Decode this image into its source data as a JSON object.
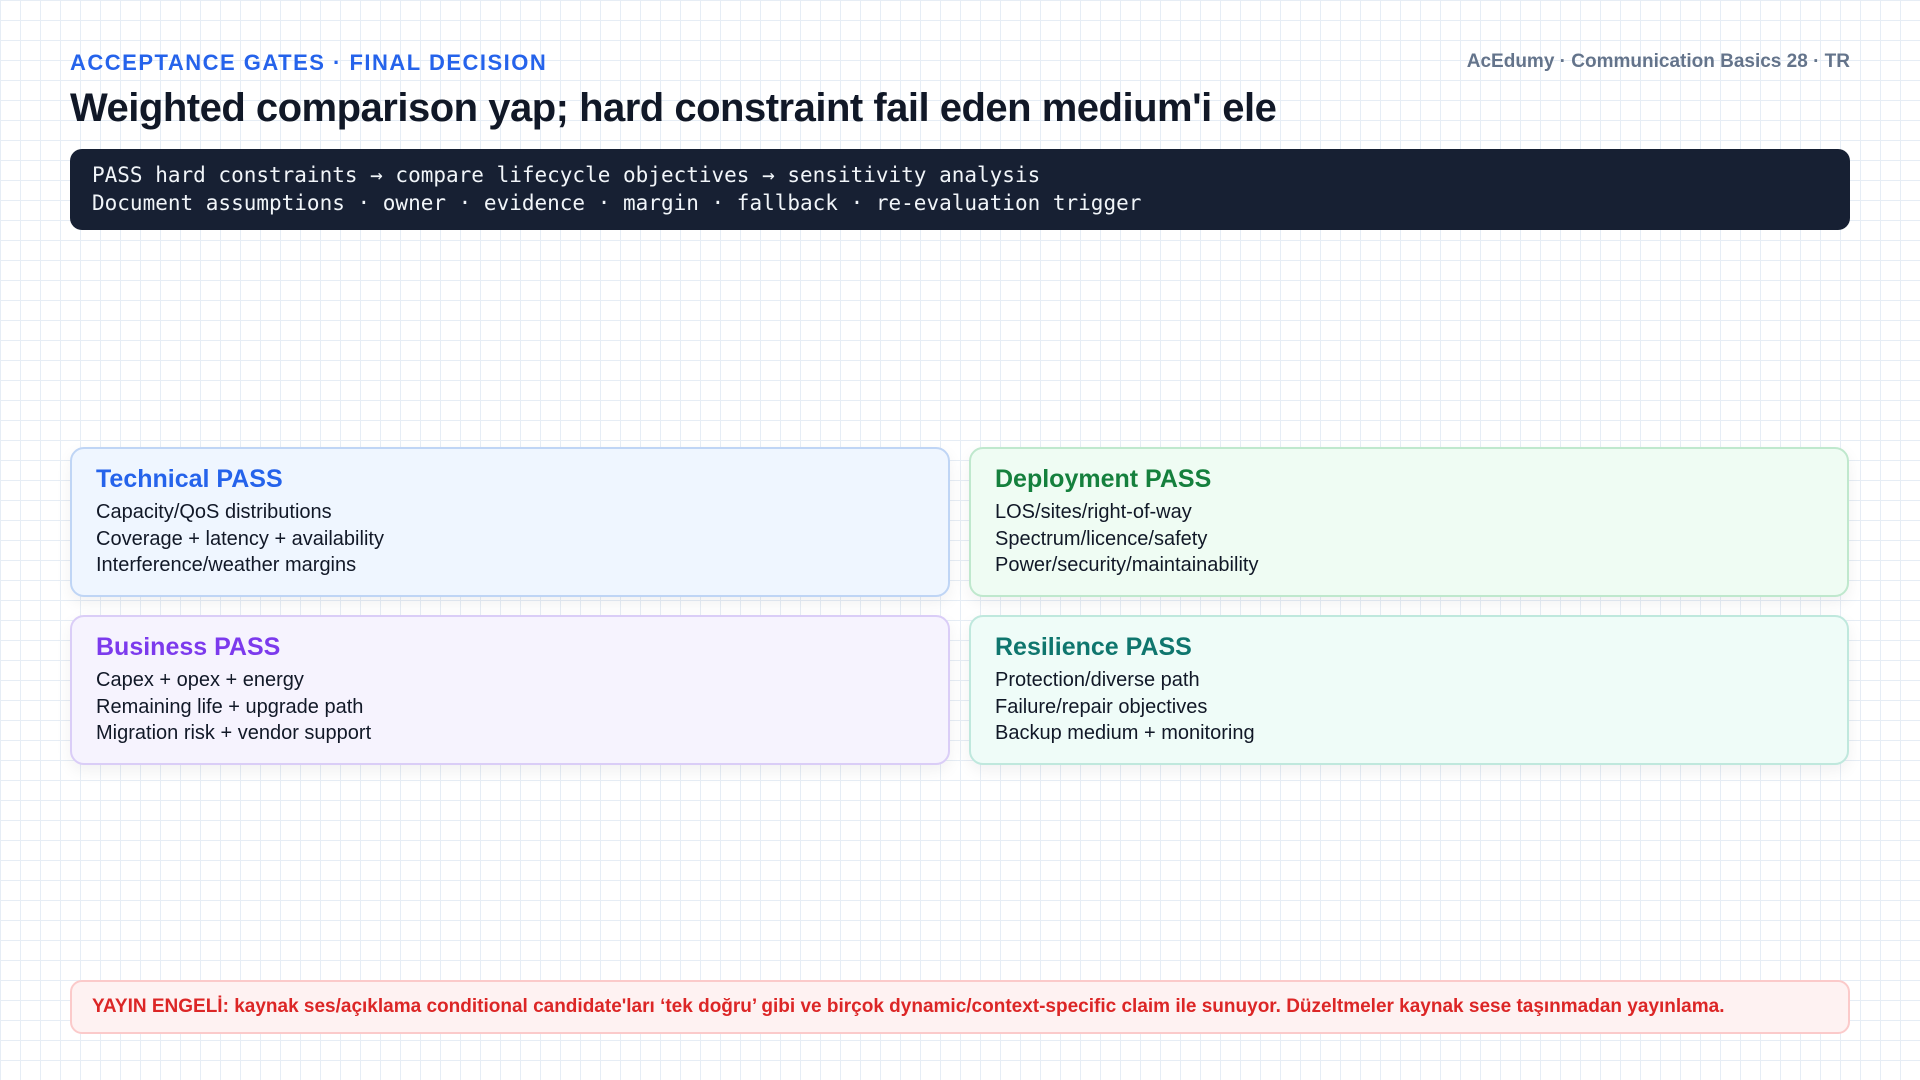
{
  "header": {
    "kicker": "ACCEPTANCE GATES · FINAL DECISION",
    "brand": "AcEdumy · Communication Basics 28 · TR",
    "title": "Weighted comparison yap; hard constraint fail eden medium'i ele"
  },
  "code_bar": {
    "lines": [
      "PASS hard constraints → compare lifecycle objectives → sensitivity analysis",
      "Document assumptions · owner · evidence · margin · fallback · re-evaluation trigger"
    ]
  },
  "cards": [
    {
      "title": "Technical PASS",
      "color": "#2563eb",
      "lines": [
        "Capacity/QoS distributions",
        "Coverage + latency + availability",
        "Interference/weather margins"
      ]
    },
    {
      "title": "Deployment PASS",
      "color": "#15803d",
      "lines": [
        "LOS/sites/right-of-way",
        "Spectrum/licence/safety",
        "Power/security/maintainability"
      ]
    },
    {
      "title": "Business PASS",
      "color": "#7c3aed",
      "lines": [
        "Capex + opex + energy",
        "Remaining life + upgrade path",
        "Migration risk + vendor support"
      ]
    },
    {
      "title": "Resilience PASS",
      "color": "#0f766e",
      "lines": [
        "Protection/diverse path",
        "Failure/repair objectives",
        "Backup medium + monitoring"
      ]
    }
  ],
  "banner": {
    "text": "YAYIN ENGELİ: kaynak ses/açıklama conditional candidate'ları ‘tek doğru’ gibi ve birçok dynamic/context-specific claim ile sunuyor. Düzeltmeler kaynak sese taşınmadan yayınlama.",
    "color": "#dc2626"
  }
}
